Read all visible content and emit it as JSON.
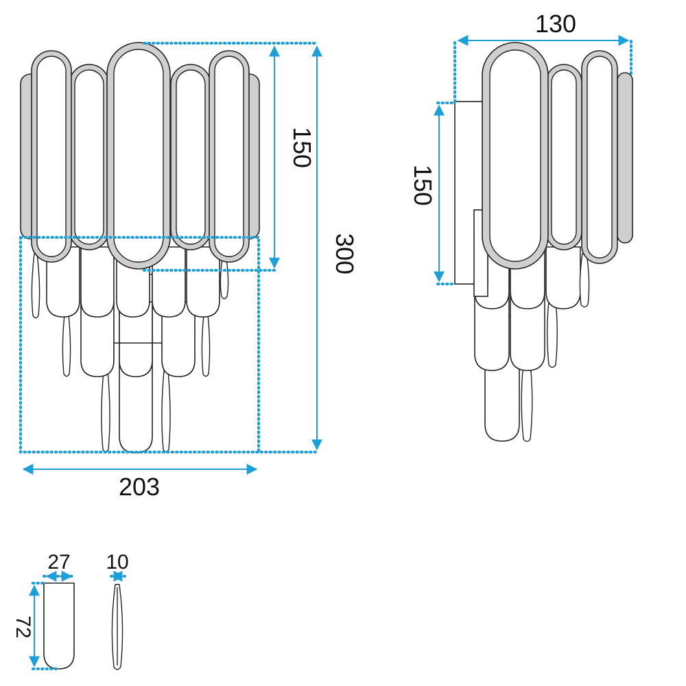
{
  "dimensions": {
    "front_width": "203",
    "front_height": "300",
    "frame_height_front": "150",
    "side_width": "130",
    "side_height": "150",
    "tile_width": "27",
    "tile_height": "72",
    "needle_width": "10"
  },
  "colors": {
    "dimension_line": "#1e9fd6",
    "outline": "#222222",
    "frame_fill": "#cfcfcf"
  }
}
